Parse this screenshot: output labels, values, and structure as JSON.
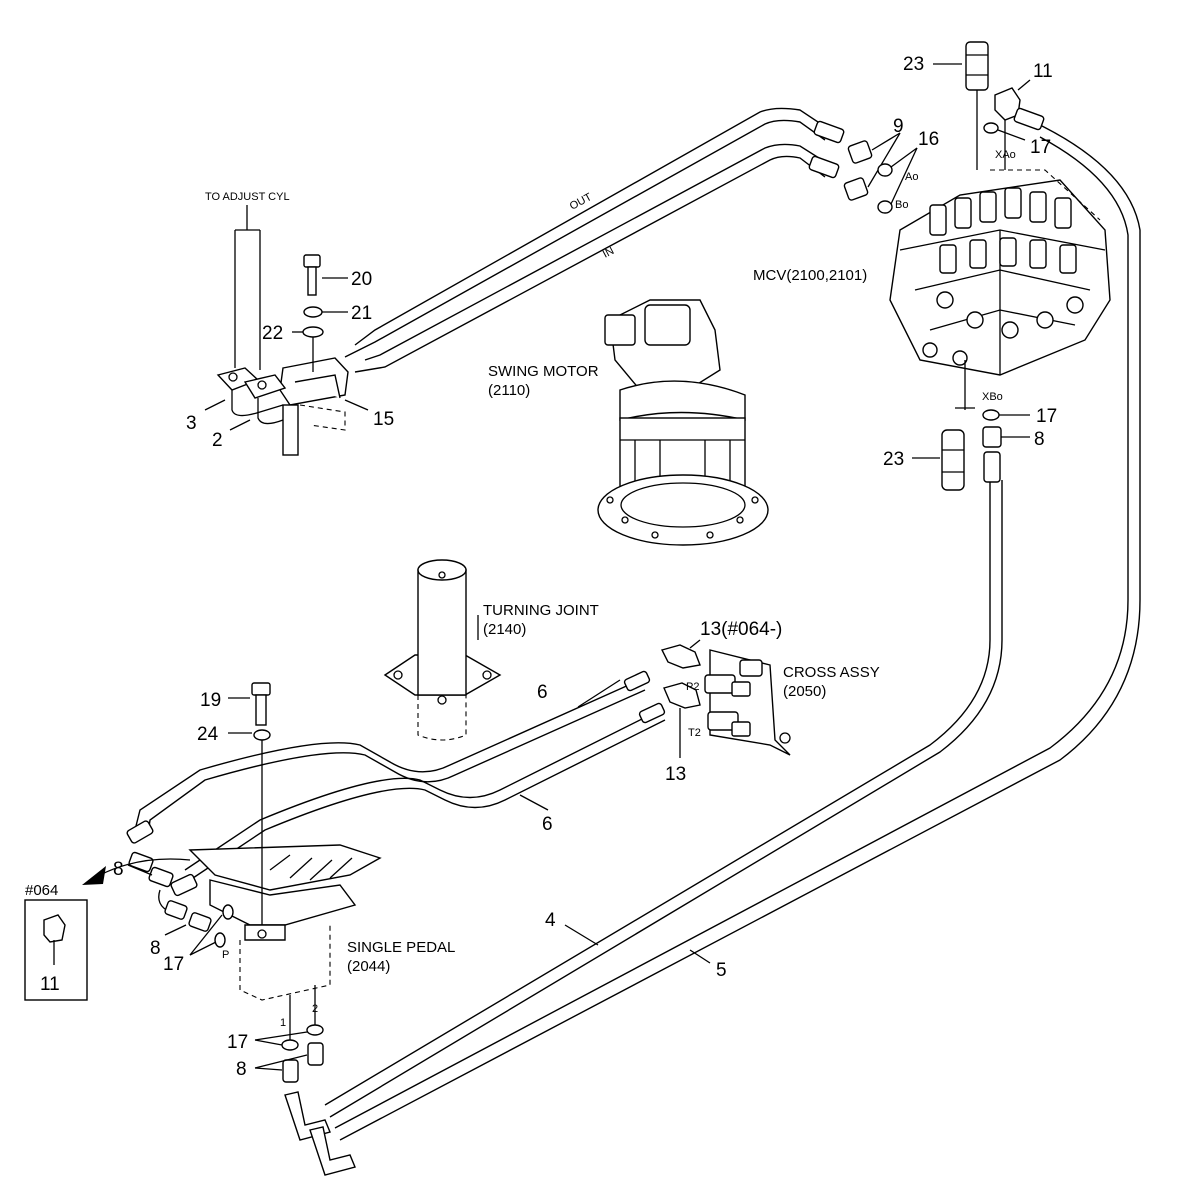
{
  "labels": {
    "to_adjust_cyl": "TO ADJUST CYL",
    "out": "OUT",
    "in": "IN",
    "mcv": "MCV(2100,2101)",
    "swing_motor": "SWING MOTOR",
    "swing_motor_code": "(2110)",
    "turning_joint": "TURNING JOINT",
    "turning_joint_code": "(2140)",
    "cross_assy": "CROSS ASSY",
    "cross_assy_code": "(2050)",
    "single_pedal": "SINGLE PEDAL",
    "single_pedal_code": "(2044)",
    "inset_title": "#064",
    "port_ao": "Ao",
    "port_bo": "Bo",
    "port_xao": "XAo",
    "port_xbo": "XBo",
    "port_p2": "P2",
    "port_t2": "T2",
    "port_p": "P",
    "port_1": "1",
    "port_2": "2"
  },
  "callouts": {
    "c23_top": "23",
    "c11_top": "11",
    "c9": "9",
    "c16": "16",
    "c17_top": "17",
    "c20": "20",
    "c21": "21",
    "c22": "22",
    "c3": "3",
    "c2": "2",
    "c15": "15",
    "c17_mid": "17",
    "c8_mid": "8",
    "c23_mid": "23",
    "c13_top": "13(#064-)",
    "c13": "13",
    "c6_top": "6",
    "c6_bot": "6",
    "c19": "19",
    "c24": "24",
    "c8_left": "8",
    "c8_left2": "8",
    "c17_left": "17",
    "c11_inset": "11",
    "c4": "4",
    "c5": "5",
    "c17_bot": "17",
    "c8_bot": "8"
  }
}
